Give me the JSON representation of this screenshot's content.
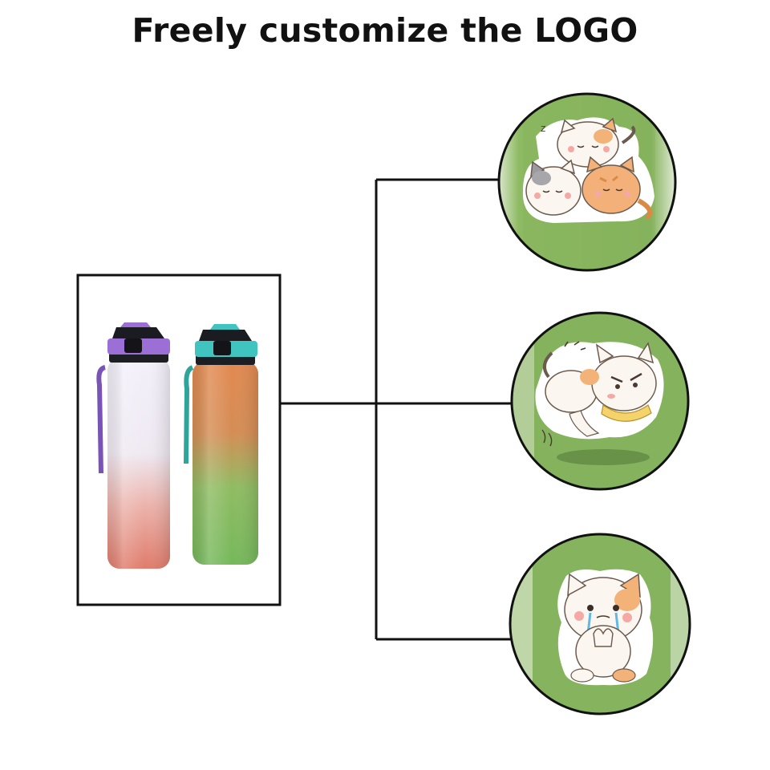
{
  "headline": "Freely customize the LOGO",
  "product_frame": {
    "bottles": [
      {
        "name": "purple-white-to-pink",
        "cap": "#9b6fd6",
        "top": "#f1eef8",
        "bottom": "#e07f70",
        "strap": "#7a53b8"
      },
      {
        "name": "teal-orange-to-green",
        "cap": "#3fc4c0",
        "top": "#e08a52",
        "bottom": "#7dbb5c",
        "strap": "#2fa49a"
      }
    ]
  },
  "callouts": [
    {
      "name": "three-sleeping-cats-sticker",
      "bottle_color": "#84b25e"
    },
    {
      "name": "grumpy-cat-with-scarf-sticker",
      "bottle_color": "#88b55e"
    },
    {
      "name": "crying-cat-sticker",
      "bottle_color": "#86b45e"
    }
  ],
  "colors": {
    "line": "#111111",
    "sticker_outline": "#ffffff",
    "cat_fur": "#fbf7f0",
    "cat_patch": "#f2b278",
    "blush": "#f6a9a4"
  }
}
